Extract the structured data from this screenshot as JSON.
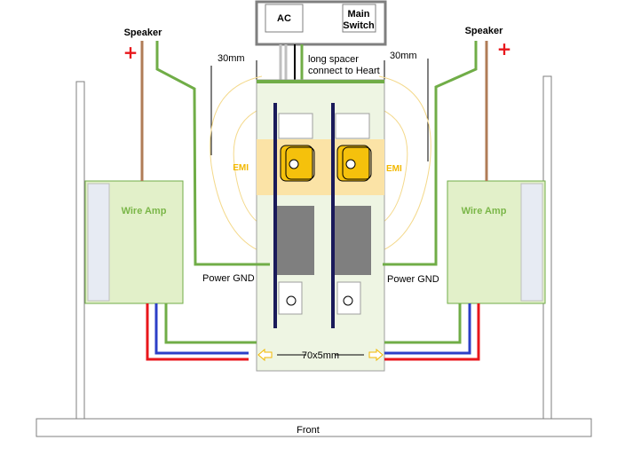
{
  "box": {
    "ac": "AC",
    "switch_line1": "Main",
    "switch_line2": "Switch"
  },
  "labels": {
    "left_gap": "30mm",
    "right_gap": "30mm",
    "spacer_line1": "long spacer",
    "spacer_line2": "connect to Heart",
    "board_size": "70x5mm",
    "front": "Front"
  },
  "left_amp": {
    "label": "Wire Amp",
    "speaker": "Speaker",
    "plus": "+",
    "gnd": "Power GND",
    "emi": "EMI"
  },
  "right_amp": {
    "label": "Wire Amp",
    "speaker": "Speaker",
    "plus": "+",
    "gnd": "Power GND",
    "emi": "EMI"
  },
  "colors": {
    "wire_green": "#70ad47",
    "wire_brown": "#b07c57",
    "wire_red": "#e8161b",
    "wire_blue": "#2c3fc7",
    "amp_fill": "#e2f0c9",
    "board_fill": "#eef5e3",
    "emi_fill": "#fbe3a6",
    "coil_fill": "#f5c10c",
    "accent_plus": "#e8161b"
  }
}
